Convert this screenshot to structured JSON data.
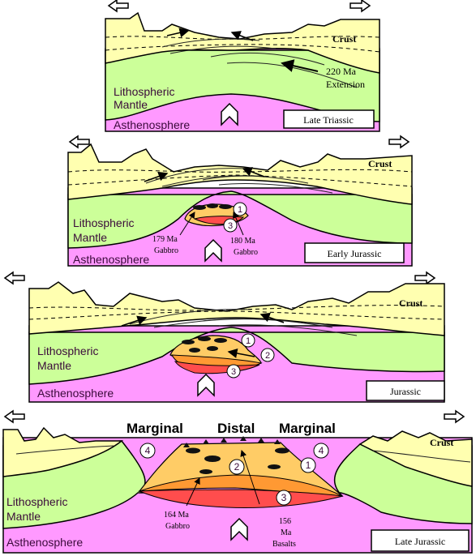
{
  "panels": [
    {
      "stage": "Late Triassic",
      "crust": "Crust",
      "lith_line1": "Lithospheric",
      "lith_line2": "Mantle",
      "asth": "Asthenosphere",
      "ann_age": "220 Ma",
      "ann_text": "Extension"
    },
    {
      "stage": "Early Jurassic",
      "crust": "Crust",
      "lith_line1": "Lithospheric",
      "lith_line2": "Mantle",
      "asth": "Asthenosphere",
      "gab_left_age": "179 Ma",
      "gab_left_text": "Gabbro",
      "gab_right_age": "180 Ma",
      "gab_right_text": "Gabbro",
      "circles": [
        "1",
        "3"
      ]
    },
    {
      "stage": "Jurassic",
      "crust": "Crust",
      "lith_line1": "Lithospheric",
      "lith_line2": "Mantle",
      "asth": "Asthenosphere",
      "circles": [
        "1",
        "2",
        "3"
      ]
    },
    {
      "stage": "Late Jurassic",
      "crust": "Crust",
      "lith_line1": "Lithospheric",
      "lith_line2": "Mantle",
      "asth": "Asthenosphere",
      "zone_left": "Marginal",
      "zone_mid": "Distal",
      "zone_right": "Marginal",
      "gab_age": "164 Ma",
      "gab_text": "Gabbro",
      "bas_age": "156",
      "bas_unit": "Ma",
      "bas_text": "Basalts",
      "circles": [
        "4",
        "2",
        "4",
        "1",
        "3"
      ]
    }
  ],
  "colors": {
    "crust": "#ffffb0",
    "lithosphere": "#ccff99",
    "asthenosphere": "#ff99ff",
    "melt_outer": "#ffcc66",
    "melt_mid": "#ff9933",
    "melt_inner": "#ff4d4d"
  }
}
